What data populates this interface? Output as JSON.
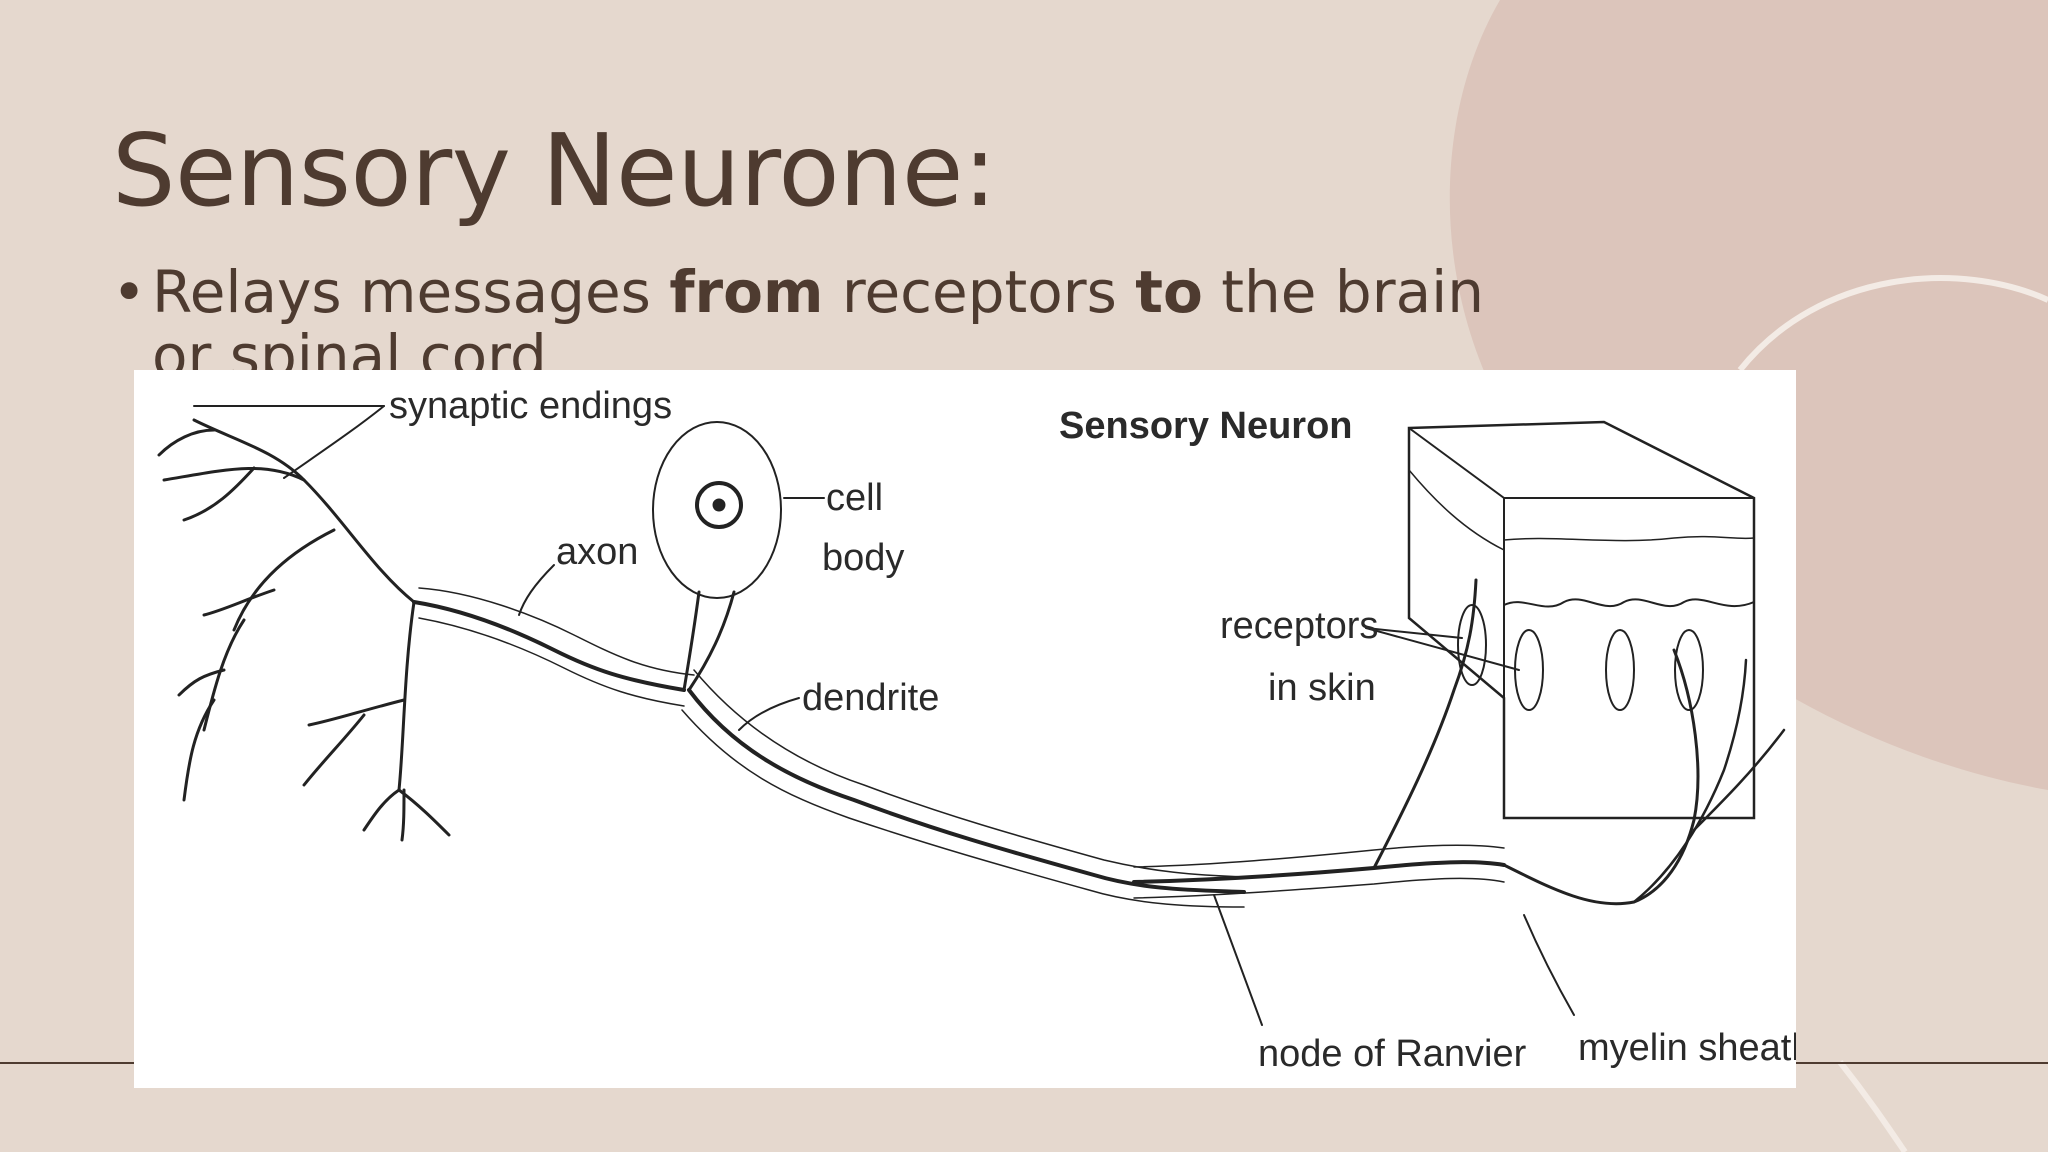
{
  "slide": {
    "title": "Sensory Neurone:",
    "bullet": {
      "marker": "•",
      "text_1": "Relays messages ",
      "bold_1": "from",
      "text_2": " receptors ",
      "bold_2": "to",
      "text_3": " the brain or spinal cord"
    }
  },
  "diagram": {
    "heading": "Sensory Neuron",
    "labels": {
      "synaptic_endings": "synaptic endings",
      "axon": "axon",
      "cell": "cell",
      "body": "body",
      "dendrite": "dendrite",
      "receptors": "receptors",
      "in_skin": "in skin",
      "node_of_ranvier": "node of Ranvier",
      "myelin_sheath": "myelin sheath"
    }
  },
  "colors": {
    "background": "#e5d8ce",
    "accent_shape": "#dcc5bb",
    "text": "#4e3b30"
  }
}
